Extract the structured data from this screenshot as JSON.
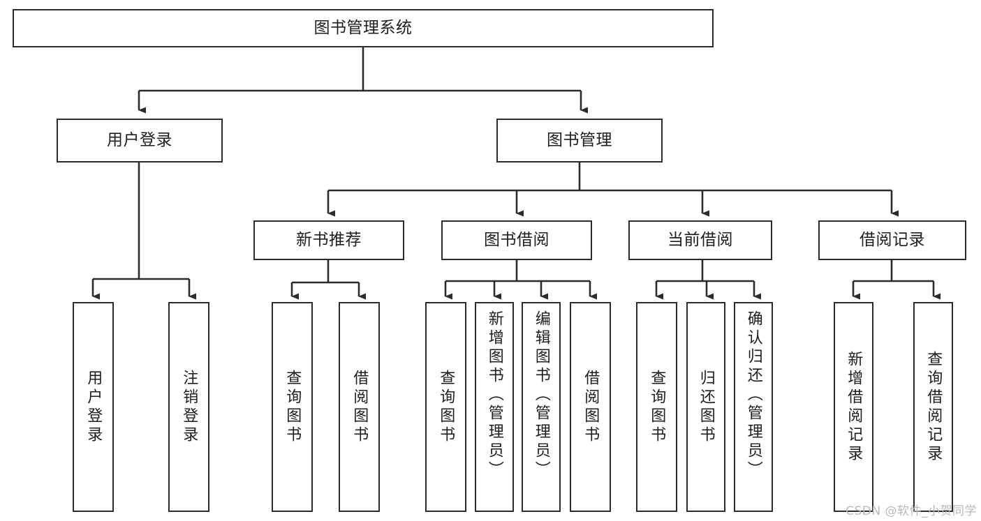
{
  "diagram": {
    "type": "tree-hierarchy-chart",
    "title": "图书管理系统",
    "stroke_color": "#2b2b2b",
    "background_color": "#ffffff",
    "text_color": "#1d1d1d",
    "levels": 4,
    "root": {
      "label": "图书管理系统"
    },
    "level2": [
      {
        "label": "用户登录"
      },
      {
        "label": "图书管理"
      }
    ],
    "level3": [
      {
        "label": "新书推荐"
      },
      {
        "label": "图书借阅"
      },
      {
        "label": "当前借阅"
      },
      {
        "label": "借阅记录"
      }
    ],
    "leaves": [
      {
        "label": "用户登录",
        "parent": "用户登录"
      },
      {
        "label": "注销登录",
        "parent": "用户登录"
      },
      {
        "label": "查询图书",
        "parent": "新书推荐"
      },
      {
        "label": "借阅图书",
        "parent": "新书推荐"
      },
      {
        "label": "查询图书",
        "parent": "图书借阅"
      },
      {
        "label": "新增图书（管理员）",
        "parent": "图书借阅"
      },
      {
        "label": "编辑图书（管理员）",
        "parent": "图书借阅"
      },
      {
        "label": "借阅图书",
        "parent": "图书借阅"
      },
      {
        "label": "查询图书",
        "parent": "当前借阅"
      },
      {
        "label": "归还图书",
        "parent": "当前借阅"
      },
      {
        "label": "确认归还（管理员）",
        "parent": "当前借阅"
      },
      {
        "label": "新增借阅记录",
        "parent": "借阅记录"
      },
      {
        "label": "查询借阅记录",
        "parent": "借阅记录"
      }
    ]
  },
  "watermark": {
    "text": "CSDN @软件_小贺同学"
  }
}
